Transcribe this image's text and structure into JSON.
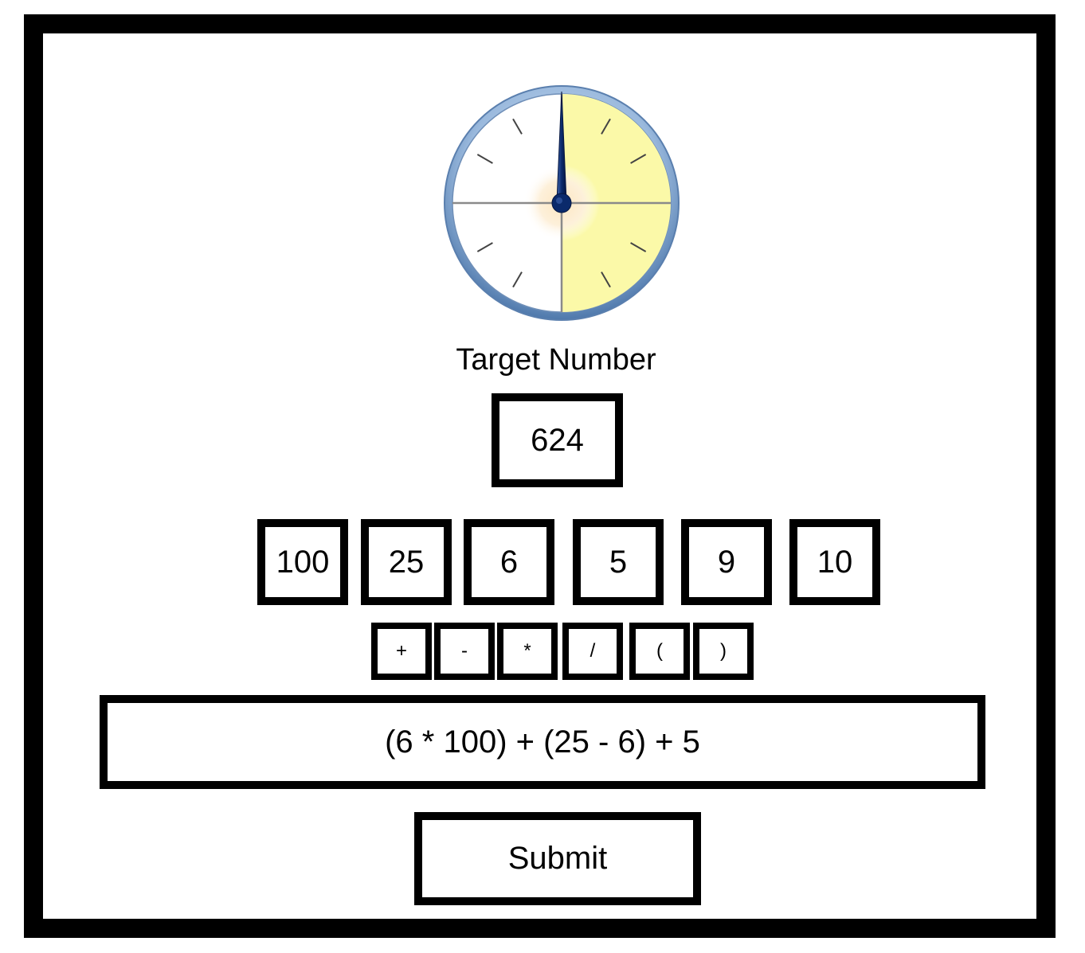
{
  "timer": {
    "icon": "stopwatch-icon",
    "elapsed_fraction": 0.5,
    "colors": {
      "rim": "#8fb2d9",
      "elapsed_fill": "#fbf9a8",
      "hand": "#0b2a6b"
    }
  },
  "target": {
    "label": "Target Number",
    "value": "624"
  },
  "numbers": [
    "100",
    "25",
    "6",
    "5",
    "9",
    "10"
  ],
  "operators": [
    "+",
    "-",
    "*",
    "/",
    "(",
    ")"
  ],
  "expression": {
    "value": "(6 * 100) + (25 - 6) + 5"
  },
  "submit": {
    "label": "Submit"
  }
}
